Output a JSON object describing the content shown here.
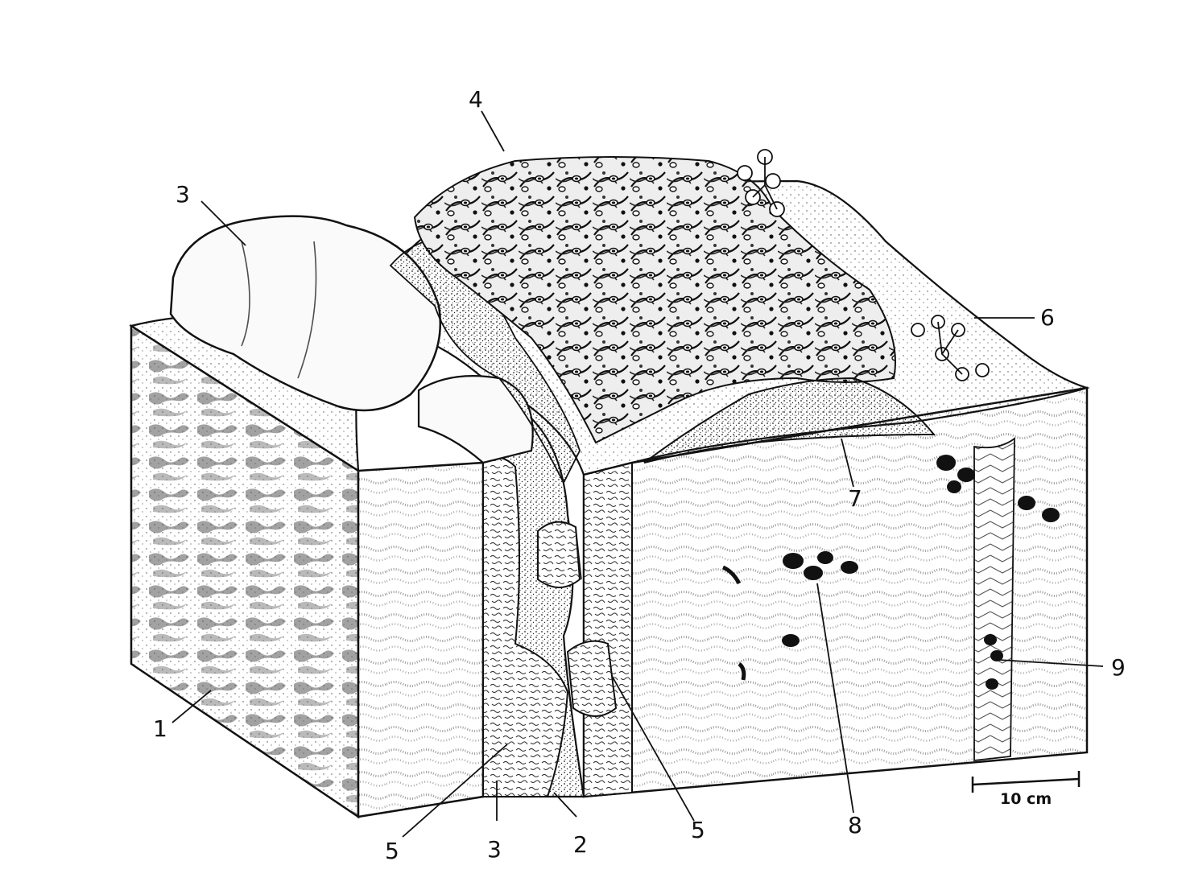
{
  "figure": {
    "callouts": [
      {
        "id": "c1",
        "text": "1"
      },
      {
        "id": "c2",
        "text": "2"
      },
      {
        "id": "c3a",
        "text": "3"
      },
      {
        "id": "c3b",
        "text": "3"
      },
      {
        "id": "c4",
        "text": "4"
      },
      {
        "id": "c5a",
        "text": "5"
      },
      {
        "id": "c5b",
        "text": "5"
      },
      {
        "id": "c6",
        "text": "6"
      },
      {
        "id": "c7",
        "text": "7"
      },
      {
        "id": "c8",
        "text": "8"
      },
      {
        "id": "c9",
        "text": "9"
      }
    ],
    "scale_bar": {
      "label": "10 cm"
    },
    "colors": {
      "ink": "#111111",
      "paper": "#ffffff",
      "stipple": "#6a6a6a"
    }
  }
}
